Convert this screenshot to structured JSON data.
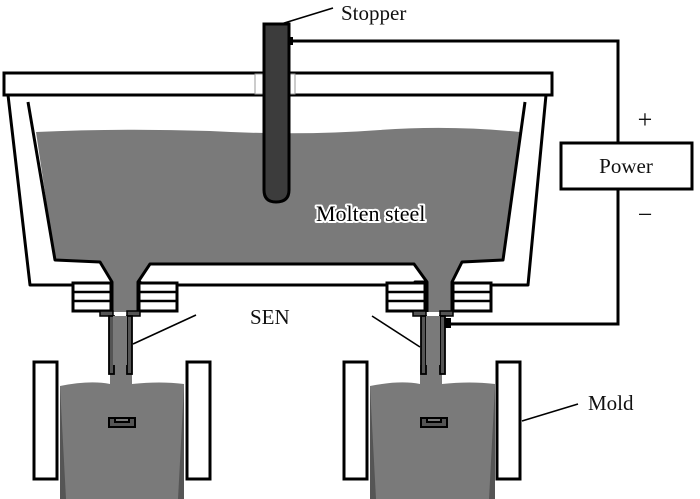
{
  "diagram": {
    "subject": "Tundish with stopper, submerged entry nozzles (SEN) and molds connected to power supply",
    "labels": {
      "stopper": "Stopper",
      "power": "Power",
      "plus": "+",
      "minus": "−",
      "molten_steel": "Molten steel",
      "sen": "SEN",
      "mold": "Mold"
    },
    "colors": {
      "molten_steel": "#7a7a7a",
      "stopper": "#3c3c3c",
      "outline": "#000000",
      "background": "#ffffff"
    }
  }
}
